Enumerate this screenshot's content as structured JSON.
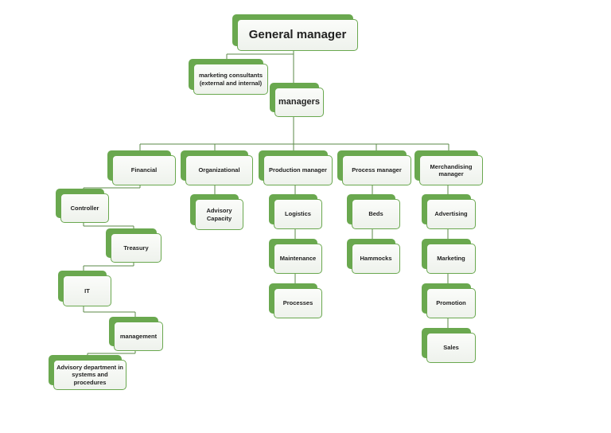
{
  "diagram": {
    "nodes": {
      "general_manager": "General manager",
      "marketing_consultants": "marketing consultants (external and internal)",
      "managers": "managers",
      "financial": "Financial",
      "organizational": "Organizational",
      "production_manager": "Production manager",
      "process_manager": "Process manager",
      "merchandising_manager": "Merchandising manager",
      "controller": "Controller",
      "treasury": "Treasury",
      "it": "IT",
      "management": "management",
      "advisory_department": "Advisory department in systems and procedures",
      "advisory_capacity": "Advisory Capacity",
      "logistics": "Logistics",
      "maintenance": "Maintenance",
      "processes": "Processes",
      "beds": "Beds",
      "hammocks": "Hammocks",
      "advertising": "Advertising",
      "marketing": "Marketing",
      "promotion": "Promotion",
      "sales": "Sales"
    },
    "colors": {
      "accent": "#6aa84f",
      "connector": "#5b8a47",
      "card_fill": "#f3f6f1"
    }
  }
}
